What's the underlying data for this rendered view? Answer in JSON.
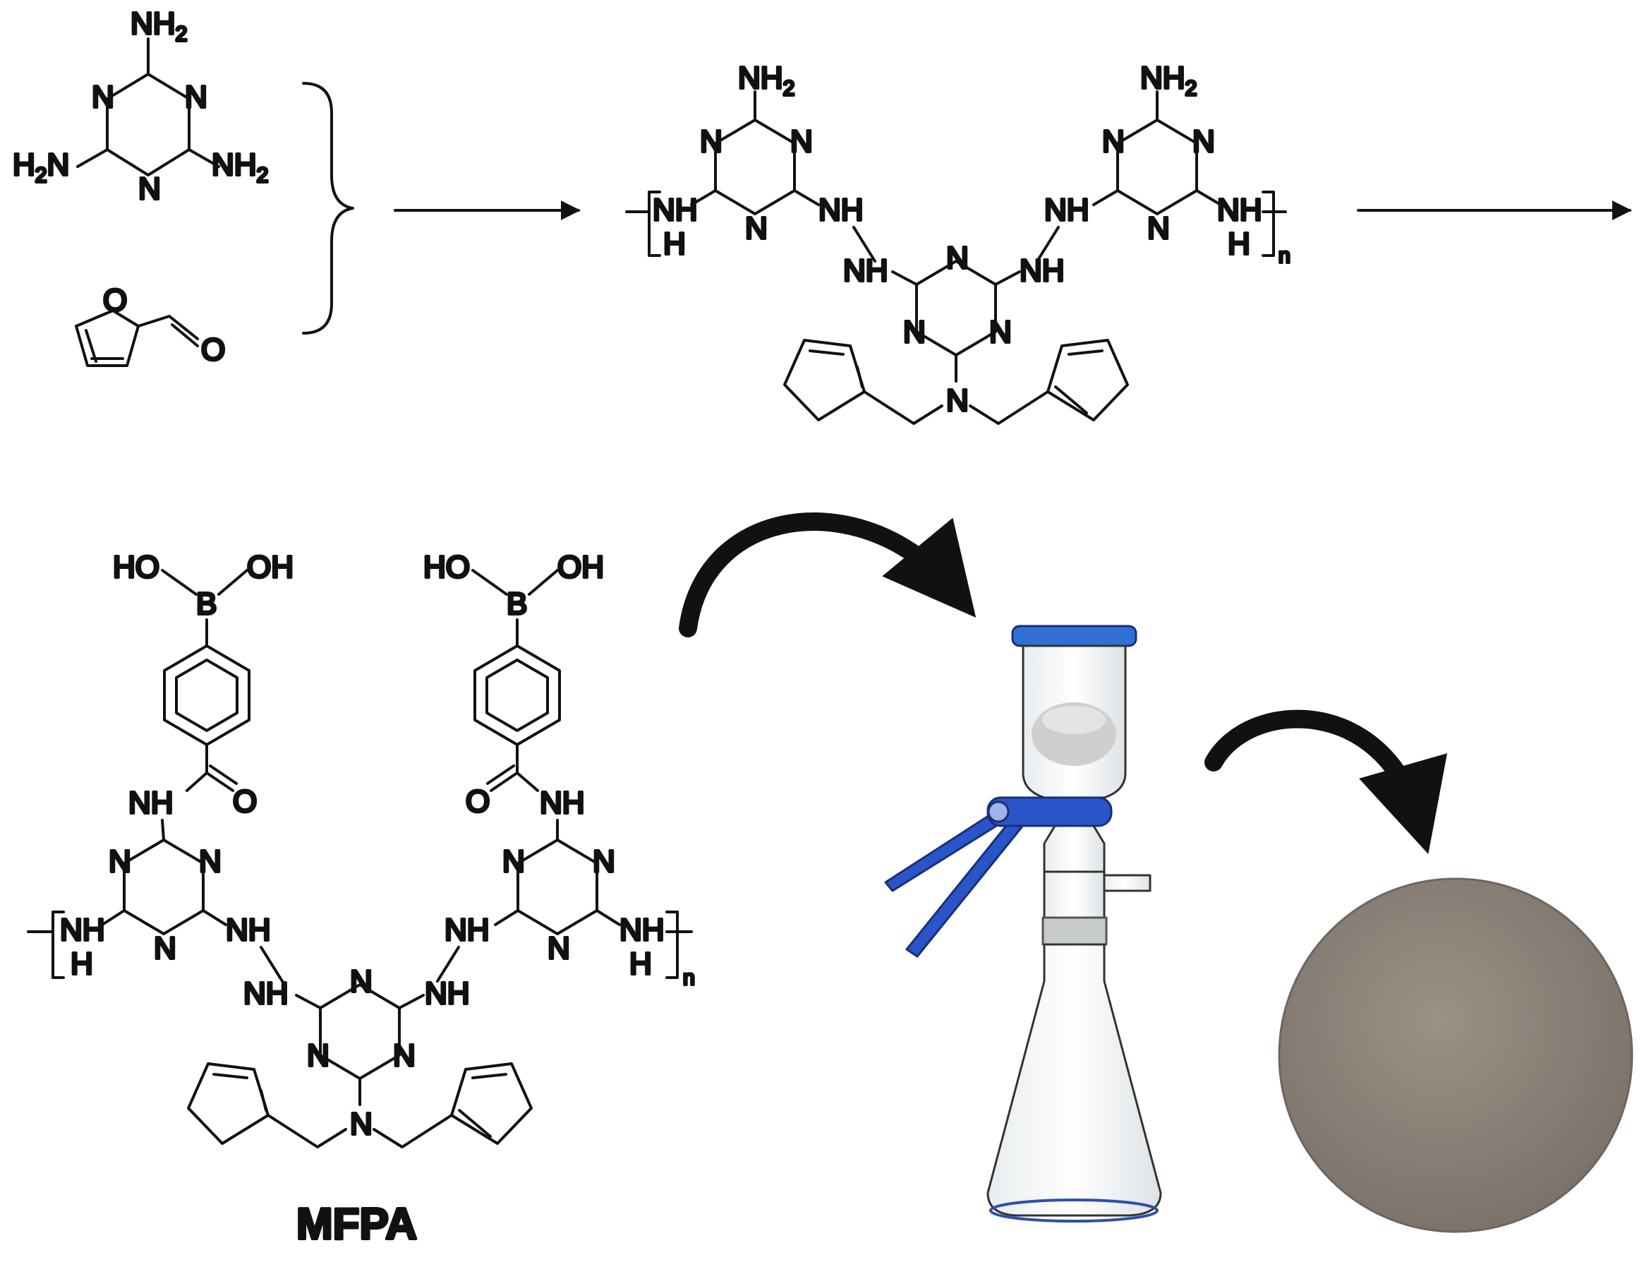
{
  "diagram": {
    "atoms": {
      "amine": "NH",
      "h": "H",
      "n": "N",
      "o": "O",
      "b": "B",
      "ho": "HO",
      "oh": "OH",
      "nh2_main": "NH",
      "nh2_sub": "2",
      "h2n_main": "H",
      "h2n_sub": "2",
      "h2n_tail": "N",
      "repeat": "n"
    },
    "product": {
      "name": "MFPA"
    },
    "colors": {
      "ink": "#111111",
      "clamp": "#2a55c8",
      "clamp_dark": "#1a2f78",
      "cap": "#2f6fd6",
      "membrane": "#8d8478",
      "membrane_dark": "#7a7268"
    },
    "icons": [
      "reaction-arrow-icon",
      "curved-arrow-icon",
      "filtration-flask-icon",
      "membrane-disc-icon"
    ]
  }
}
